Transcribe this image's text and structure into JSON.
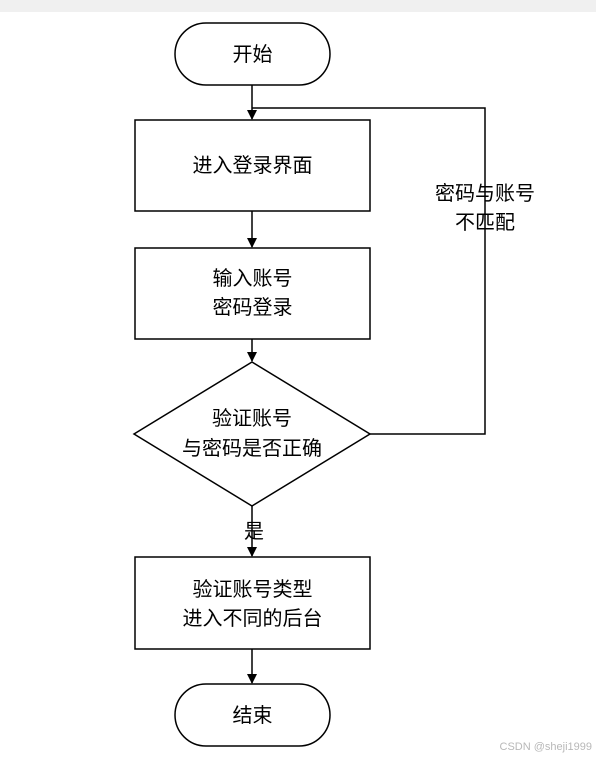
{
  "nodes": {
    "start": "开始",
    "login_page": "进入登录界面",
    "input_line1": "输入账号",
    "input_line2": "密码登录",
    "verify_line1": "验证账号",
    "verify_line2": "与密码是否正确",
    "type_line1": "验证账号类型",
    "type_line2": "进入不同的后台",
    "end": "结束"
  },
  "edges": {
    "mismatch_line1": "密码与账号",
    "mismatch_line2": "不匹配",
    "yes": "是"
  },
  "watermark": "CSDN @sheji1999"
}
